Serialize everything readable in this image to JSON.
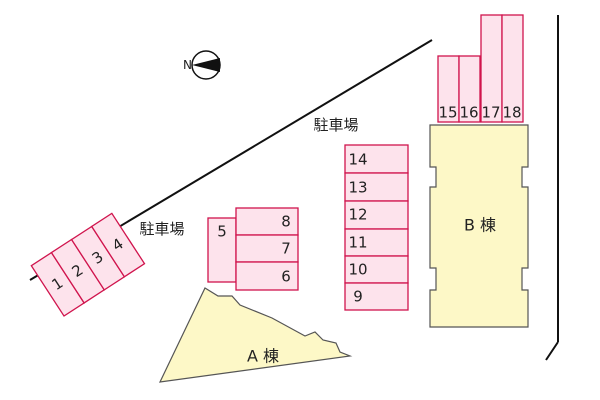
{
  "compass": {
    "icon": "north-arrow-icon",
    "letter": "N"
  },
  "parking_lots": [
    {
      "label": "駐車場"
    },
    {
      "label": "駐車場"
    }
  ],
  "buildings": {
    "a": {
      "label": "A 棟"
    },
    "b": {
      "label": "B 棟"
    }
  },
  "slots": [
    "1",
    "2",
    "3",
    "4",
    "5",
    "6",
    "7",
    "8",
    "9",
    "10",
    "11",
    "12",
    "13",
    "14",
    "15",
    "16",
    "17",
    "18"
  ],
  "colors": {
    "slot_fill": "#fde3ec",
    "slot_stroke": "#d0144d",
    "building_fill": "#fdf8c7",
    "building_stroke": "#555555",
    "road": "#111111"
  }
}
